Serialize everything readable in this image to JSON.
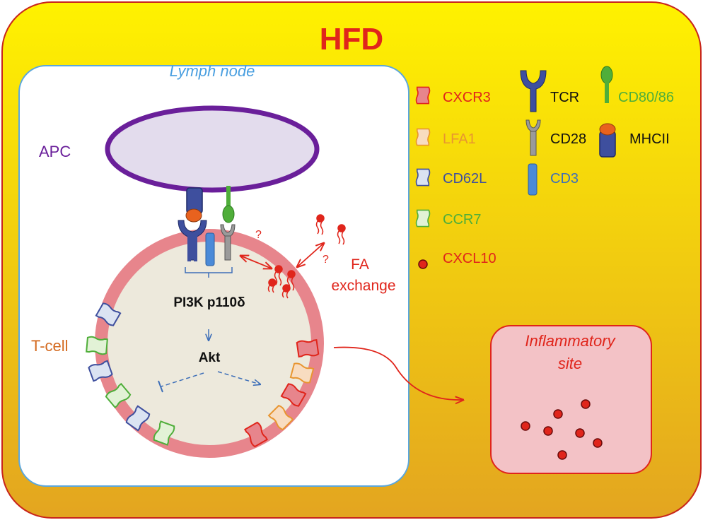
{
  "title": "HFD",
  "compartment_label": "Lymph node",
  "apc_label": "APC",
  "tcell_label": "T-cell",
  "signaling": {
    "kinase": "PI3K p110δ",
    "effector": "Akt"
  },
  "question_mark_1": "?",
  "question_mark_2": "?",
  "fa_exchange": {
    "line1": "FA",
    "line2": "exchange"
  },
  "inflammatory_site": {
    "line1": "Inflammatory",
    "line2": "site"
  },
  "legend": {
    "cxcr3": "CXCR3",
    "lfa1": "LFA1",
    "cd62l": "CD62L",
    "ccr7": "CCR7",
    "cxcl10": "CXCL10",
    "tcr": "TCR",
    "cd28": "CD28",
    "cd3": "CD3",
    "cd80_86": "CD80/86",
    "mhcii": "MHCII"
  },
  "colors": {
    "title": "#e0251b",
    "background_top": "#fff200",
    "background_bottom": "#e3a520",
    "lymph_border": "#5aa7de",
    "lymph_label": "#4a9fe0",
    "apc_fill": "#e3dced",
    "apc_border": "#6a1f9a",
    "apc_label": "#6a1f9a",
    "tcell_membrane": "#e7858c",
    "tcell_cytoplasm": "#ede9dc",
    "tcell_label": "#d46a1f",
    "cxcr3": "#e0251b",
    "lfa1": "#e89530",
    "cd62l": "#3e4f9e",
    "ccr7": "#4fae3a",
    "cd80_86": "#4fae3a",
    "cd3": "#4a8ad8",
    "inflam_fill": "#f3c2c6",
    "inflam_border": "#e0251b"
  }
}
